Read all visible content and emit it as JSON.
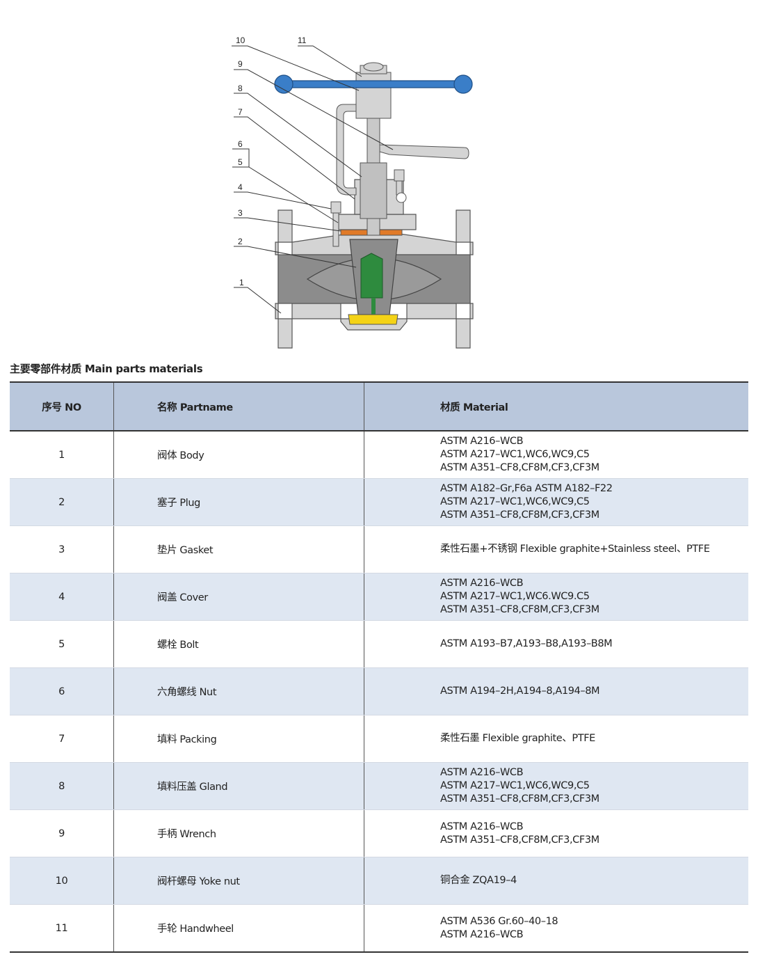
{
  "diagram": {
    "callouts": [
      "1",
      "2",
      "3",
      "4",
      "5",
      "6",
      "7",
      "8",
      "9",
      "10",
      "11"
    ],
    "colors": {
      "body": "#8c8c8c",
      "body_light": "#d4d4d4",
      "plug": "#2e8b3e",
      "gasket": "#e07a28",
      "seat": "#f4d316",
      "handwheel": "#3a7ec8",
      "outline": "#555555"
    }
  },
  "section_title": "主要零部件材质  Main parts materials",
  "table": {
    "headers": {
      "no": "序号 NO",
      "name": "名称 Partname",
      "material": "材质 Material"
    },
    "rows": [
      {
        "no": "1",
        "name": "阀体 Body",
        "material": [
          "ASTM A216–WCB",
          "ASTM A217–WC1,WC6,WC9,C5",
          "ASTM A351–CF8,CF8M,CF3,CF3M"
        ]
      },
      {
        "no": "2",
        "name": "塞子 Plug",
        "material": [
          "ASTM A182–Gr,F6a ASTM A182–F22",
          "ASTM A217–WC1,WC6,WC9,C5",
          "ASTM A351–CF8,CF8M,CF3,CF3M"
        ]
      },
      {
        "no": "3",
        "name": "垫片 Gasket",
        "material": [
          "柔性石墨+不锈钢  Flexible graphite+Stainless steel、PTFE"
        ]
      },
      {
        "no": "4",
        "name": "阀盖 Cover",
        "material": [
          "ASTM A216–WCB",
          "ASTM A217–WC1,WC6.WC9.C5",
          "ASTM A351–CF8,CF8M,CF3,CF3M"
        ]
      },
      {
        "no": "5",
        "name": "螺栓 Bolt",
        "material": [
          "ASTM A193–B7,A193–B8,A193–B8M"
        ]
      },
      {
        "no": "6",
        "name": "六角螺线 Nut",
        "material": [
          "ASTM A194–2H,A194–8,A194–8M"
        ]
      },
      {
        "no": "7",
        "name": "填料 Packing",
        "material": [
          "柔性石墨 Flexible graphite、PTFE"
        ]
      },
      {
        "no": "8",
        "name": "填料压盖 Gland",
        "material": [
          "ASTM A216–WCB",
          "ASTM A217–WC1,WC6,WC9,C5",
          "ASTM A351–CF8,CF8M,CF3,CF3M"
        ]
      },
      {
        "no": "9",
        "name": "手柄 Wrench",
        "material": [
          "ASTM A216–WCB",
          "ASTM A351–CF8,CF8M,CF3,CF3M"
        ]
      },
      {
        "no": "10",
        "name": "阀杆螺母 Yoke nut",
        "material": [
          "铜合金 ZQA19–4"
        ]
      },
      {
        "no": "11",
        "name": "手轮 Handwheel",
        "material": [
          "ASTM A536 Gr.60–40–18",
          "ASTM A216–WCB"
        ]
      }
    ]
  }
}
